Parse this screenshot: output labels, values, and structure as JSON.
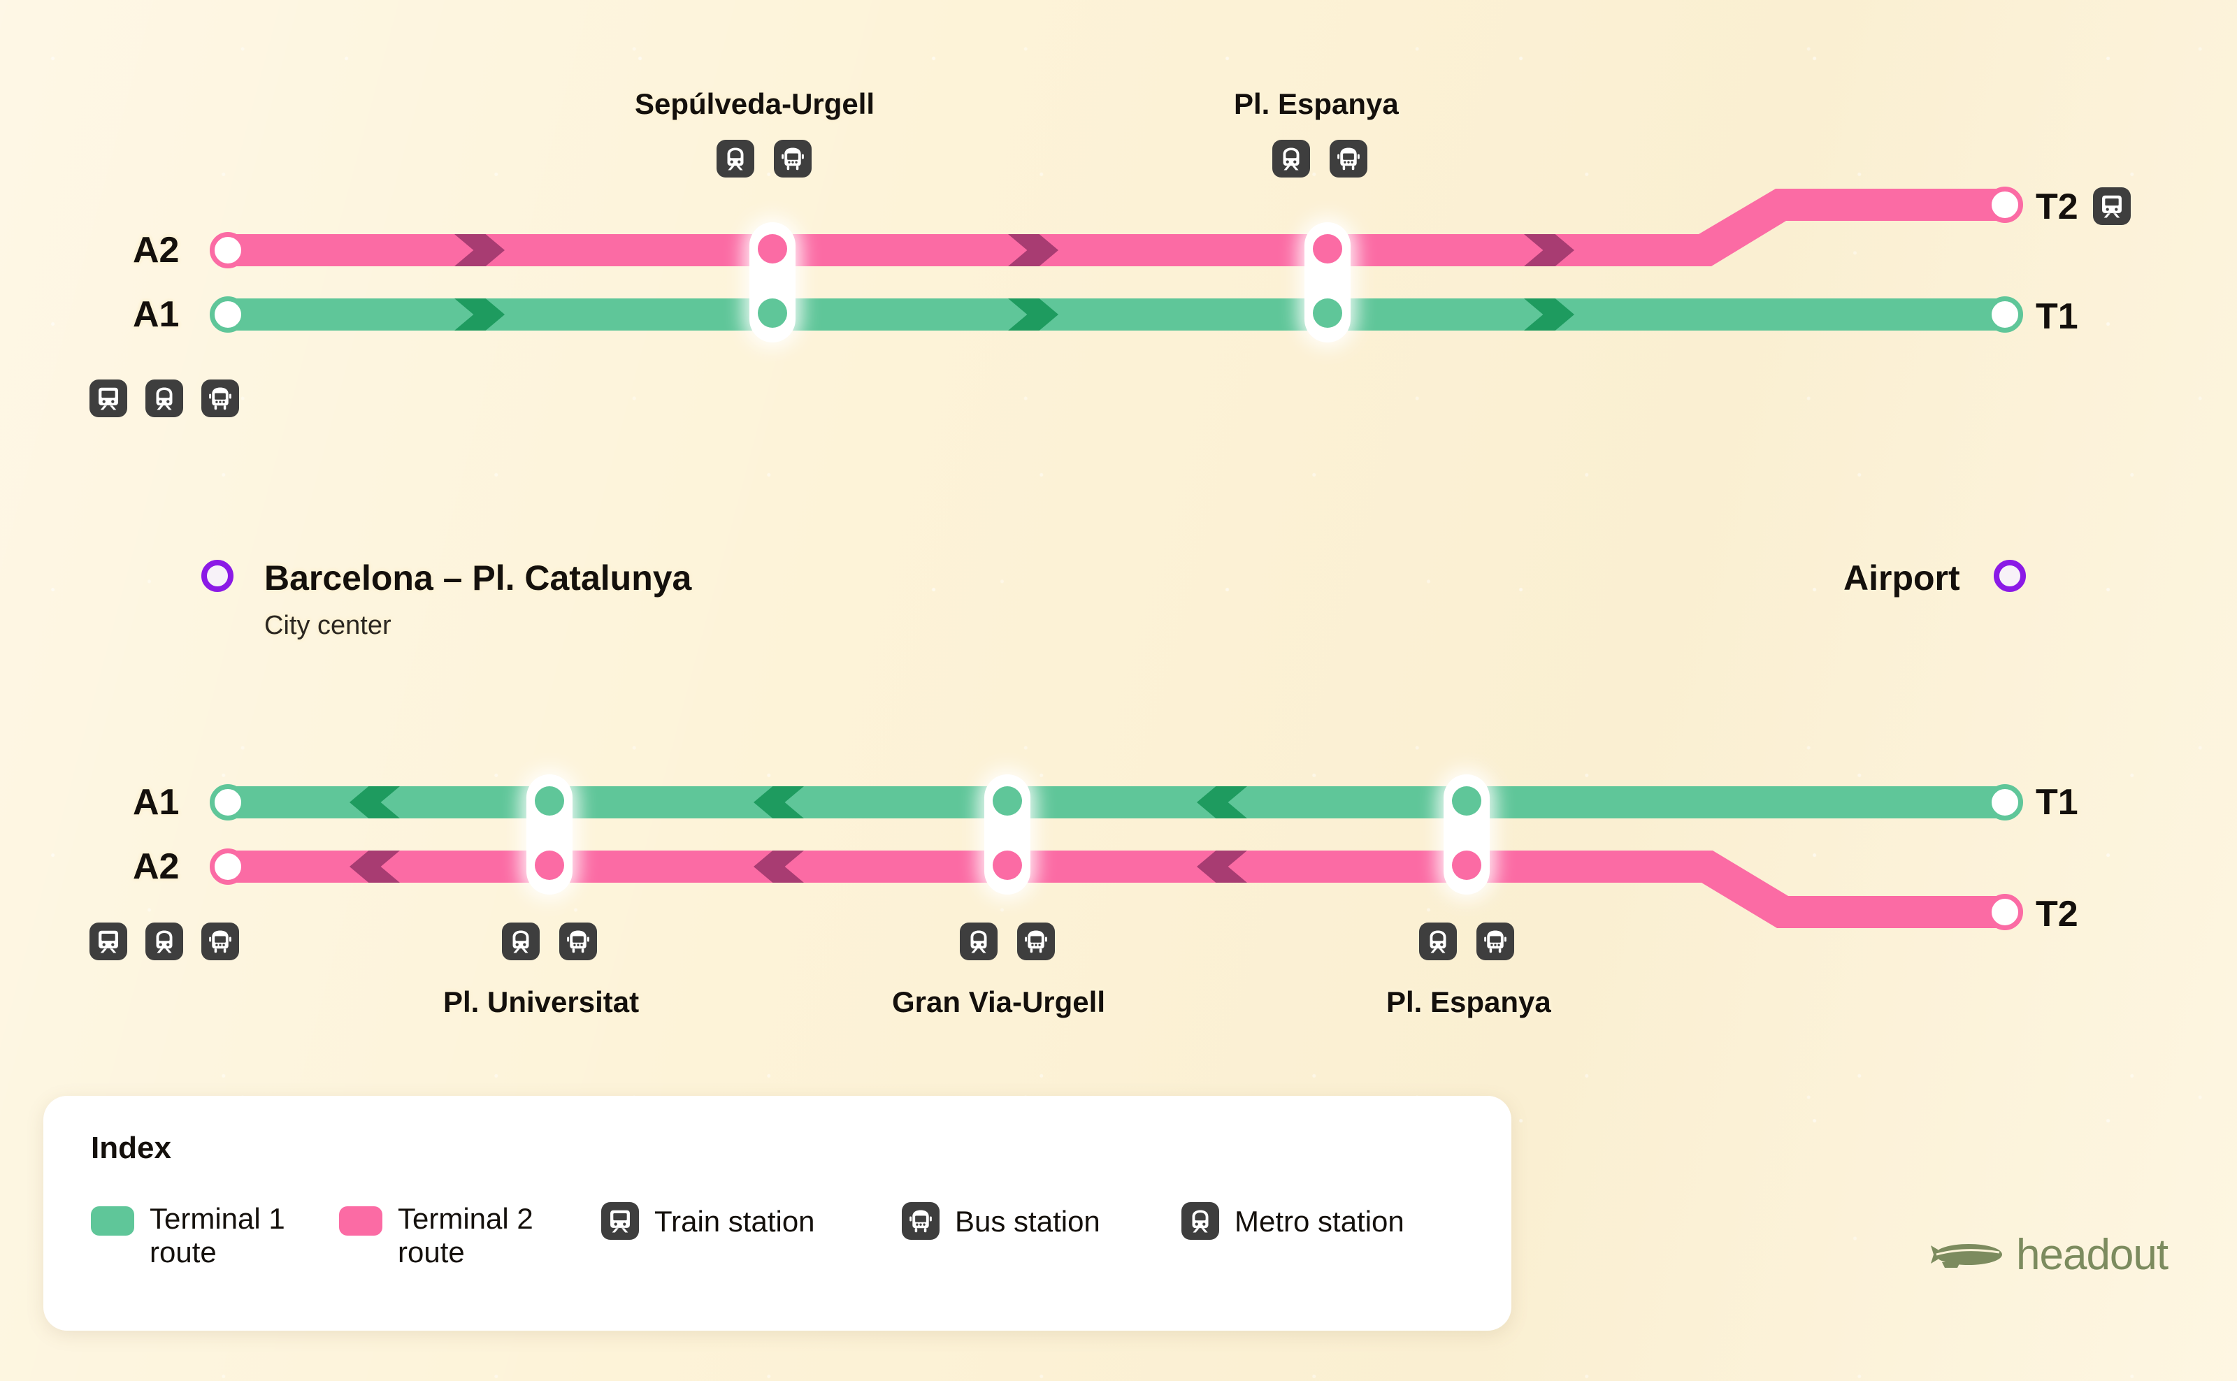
{
  "colors": {
    "background": "#FDF3D8",
    "terminal1_green": "#5FC699",
    "terminal1_green_dark": "#1E9B5F",
    "terminal2_pink": "#FB6BA4",
    "terminal2_pink_dark": "#A83C72",
    "badge_dark": "#3E3E3E",
    "ring_purple": "#8B1AE6",
    "logo_green": "#7C8B5E"
  },
  "top_section": {
    "direction": "city-to-airport",
    "route_labels": {
      "upper": "A2",
      "lower": "A1"
    },
    "terminus_labels": {
      "upper": "T2",
      "lower": "T1"
    },
    "terminus_upper_icon": "train-station-icon",
    "origin_icons": [
      "train-station-icon",
      "metro-station-icon",
      "bus-station-icon"
    ],
    "stations": [
      {
        "name": "Sepúlveda-Urgell",
        "icons": [
          "metro-station-icon",
          "bus-station-icon"
        ]
      },
      {
        "name": "Pl. Espanya",
        "icons": [
          "metro-station-icon",
          "bus-station-icon"
        ]
      }
    ]
  },
  "middle_section": {
    "origin": {
      "title": "Barcelona – Pl. Catalunya",
      "subtitle": "City center",
      "marker": "purple-ring-icon"
    },
    "destination": {
      "title": "Airport",
      "marker": "purple-ring-icon"
    }
  },
  "bottom_section": {
    "direction": "airport-to-city",
    "route_labels": {
      "upper": "A1",
      "lower": "A2"
    },
    "terminus_labels": {
      "upper": "T1",
      "lower": "T2"
    },
    "origin_icons": [
      "train-station-icon",
      "metro-station-icon",
      "bus-station-icon"
    ],
    "stations": [
      {
        "name": "Pl. Universitat",
        "icons": [
          "metro-station-icon",
          "bus-station-icon"
        ]
      },
      {
        "name": "Gran Via-Urgell",
        "icons": [
          "metro-station-icon",
          "bus-station-icon"
        ]
      },
      {
        "name": "Pl. Espanya",
        "icons": [
          "metro-station-icon",
          "bus-station-icon"
        ]
      }
    ]
  },
  "legend": {
    "title": "Index",
    "items": [
      {
        "label_line1": "Terminal 1",
        "label_line2": "route",
        "swatch": "#5FC699",
        "kind": "swatch"
      },
      {
        "label_line1": "Terminal 2",
        "label_line2": "route",
        "swatch": "#FB6BA4",
        "kind": "swatch"
      },
      {
        "label_line1": "Train station",
        "label_line2": "",
        "icon": "train-station-icon",
        "kind": "icon"
      },
      {
        "label_line1": "Bus station",
        "label_line2": "",
        "icon": "bus-station-icon",
        "kind": "icon"
      },
      {
        "label_line1": "Metro station",
        "label_line2": "",
        "icon": "metro-station-icon",
        "kind": "icon"
      }
    ]
  },
  "brand": {
    "name": "headout",
    "logo": "blimp-icon"
  }
}
